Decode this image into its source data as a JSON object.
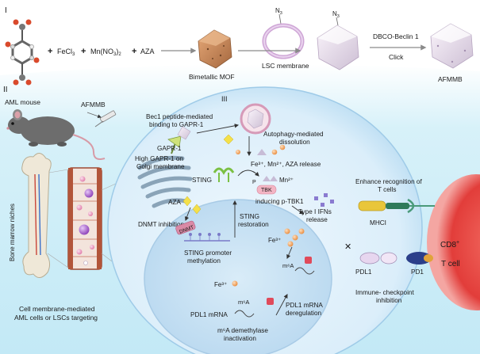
{
  "panel_labels": {
    "one": "I",
    "two": "II",
    "three": "III"
  },
  "synthesis": {
    "plus": "+",
    "fecl": "FeCl",
    "fecl_sub": "3",
    "mn": "Mn(NO",
    "mn_sub": "3",
    "mn_close": ")",
    "mn_sub2": "2",
    "aza": "AZA",
    "mof_label": "Bimetallic MOF",
    "n3_a": "N",
    "n3_a_sub": "3",
    "n3_b": "N",
    "n3_b_sub": "3",
    "membrane_label": "LSC membrane",
    "click_reagent": "DBCO-Beclin 1",
    "click_label": "Click",
    "product_label": "AFMMB"
  },
  "mouse": {
    "label": "AML mouse",
    "drug_label": "AFMMB"
  },
  "niche": {
    "vertical_label": "Bone marrow niches",
    "caption_line1": "Cell membrane-mediated",
    "caption_line2": "AML cells or LSCs targeting"
  },
  "cell": {
    "bec1_line1": "Bec1 peptide-mediated",
    "bec1_line2": "binding to GAPR-1",
    "autophagy_line1": "Autophagy-mediated",
    "autophagy_line2": "dissolution",
    "release": "Fe³⁺, Mn²⁺, AZA release",
    "gapr1": "GAPR-1",
    "golgi_line1": "High GAPR-1 on",
    "golgi_line2": "Golgi membrane",
    "sting": "STING",
    "p": "P",
    "tbk": "TBK",
    "mn2": "Mn²⁺",
    "p_tbk1": "inducing p-TBK1",
    "aza": "AZA",
    "dnmt": "DNMT",
    "dnmt_inhibition": "DNMT inhibition",
    "sting_rest_line1": "STING",
    "sting_rest_line2": "restoration",
    "ifn_line1": "Type I IFNs",
    "ifn_line2": "release",
    "fe3_a": "Fe³⁺",
    "fe3_b": "Fe³⁺",
    "methylation_line1": "STING promoter",
    "methylation_line2": "methylation",
    "m6a_a": "m⁶A",
    "m6a_b": "m⁶A",
    "pdl1_mrna": "PDL1 mRNA",
    "demethylase_line1": "m⁶A demethylase",
    "demethylase_line2": "inactivation",
    "dereg_line1": "PDL1 mRNA",
    "dereg_line2": "deregulation"
  },
  "immune": {
    "enhance_line1": "Enhance recognition of",
    "enhance_line2": "T cells",
    "mhci": "MHCI",
    "pdl1": "PDL1",
    "pd1": "PD1",
    "checkpoint_line1": "Immune- checkpoint",
    "checkpoint_line2": "inhibition",
    "cd8": "CD8",
    "cd8_sup": "+",
    "tcell": "T cell"
  },
  "colors": {
    "background_top": "#ffffff",
    "cyan_band": "#cdeef7",
    "cell_fill": "#e4f2fb",
    "nucleus_fill": "#c9e3f5",
    "tcell_red": "#e8403f",
    "arrow_gray": "#8a8a8a",
    "mof_orange": "#c8875a",
    "purple_particle": "#9b4fc4",
    "blood_vessel": "#b2553a"
  }
}
